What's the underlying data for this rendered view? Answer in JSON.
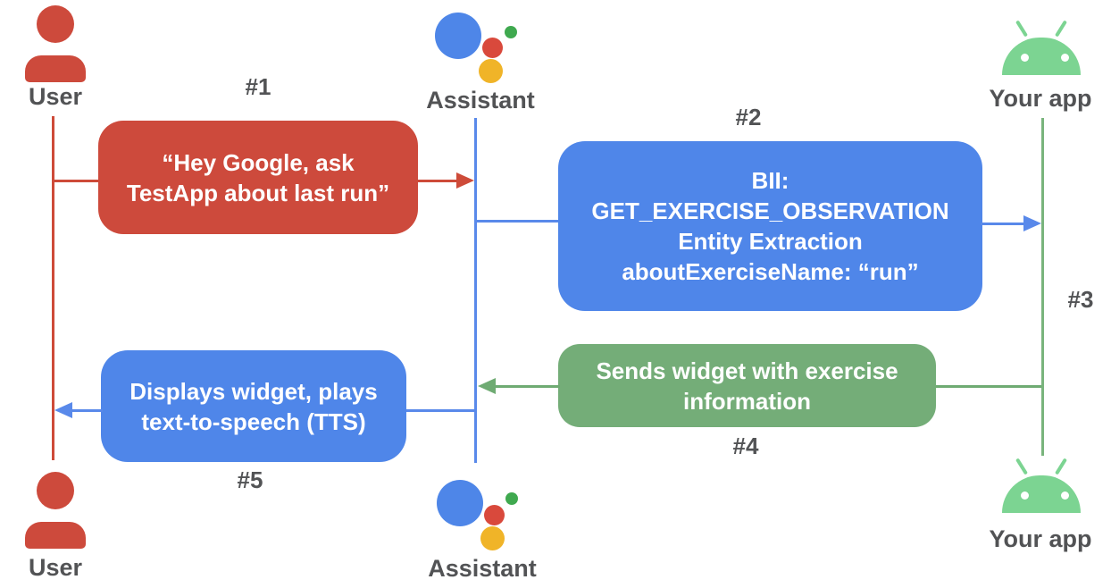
{
  "colors": {
    "box_red": "#CD4A3C",
    "box_blue": "#4F86E9",
    "box_green": "#74AD78",
    "line_red": "#CE4B39",
    "line_blue": "#5989EA",
    "line_green": "#6FAB73",
    "android_green": "#7CD492",
    "assistant_blue": "#4E86E8",
    "assistant_red": "#D9493C",
    "assistant_yellow": "#F0B428",
    "assistant_green": "#3FA94F",
    "label_gray": "#525355"
  },
  "actors": {
    "user_top": "User",
    "assistant_top": "Assistant",
    "app_top": "Your app",
    "user_bottom": "User",
    "assistant_bottom": "Assistant",
    "app_bottom": "Your app"
  },
  "steps": {
    "s1": {
      "label": "#1",
      "text": "“Hey Google, ask\nTestApp about last run”",
      "from": "User",
      "to": "Assistant"
    },
    "s2": {
      "label": "#2",
      "text": "BII:\nGET_EXERCISE_OBSERVATION\nEntity Extraction\naboutExerciseName: “run”",
      "from": "Assistant",
      "to": "Your app"
    },
    "s3": {
      "label": "#3"
    },
    "s4": {
      "label": "#4",
      "text": "Sends widget with exercise\ninformation",
      "from": "Your app",
      "to": "Assistant"
    },
    "s5": {
      "label": "#5",
      "text": "Displays widget, plays\ntext-to-speech (TTS)",
      "from": "Assistant",
      "to": "User"
    }
  }
}
